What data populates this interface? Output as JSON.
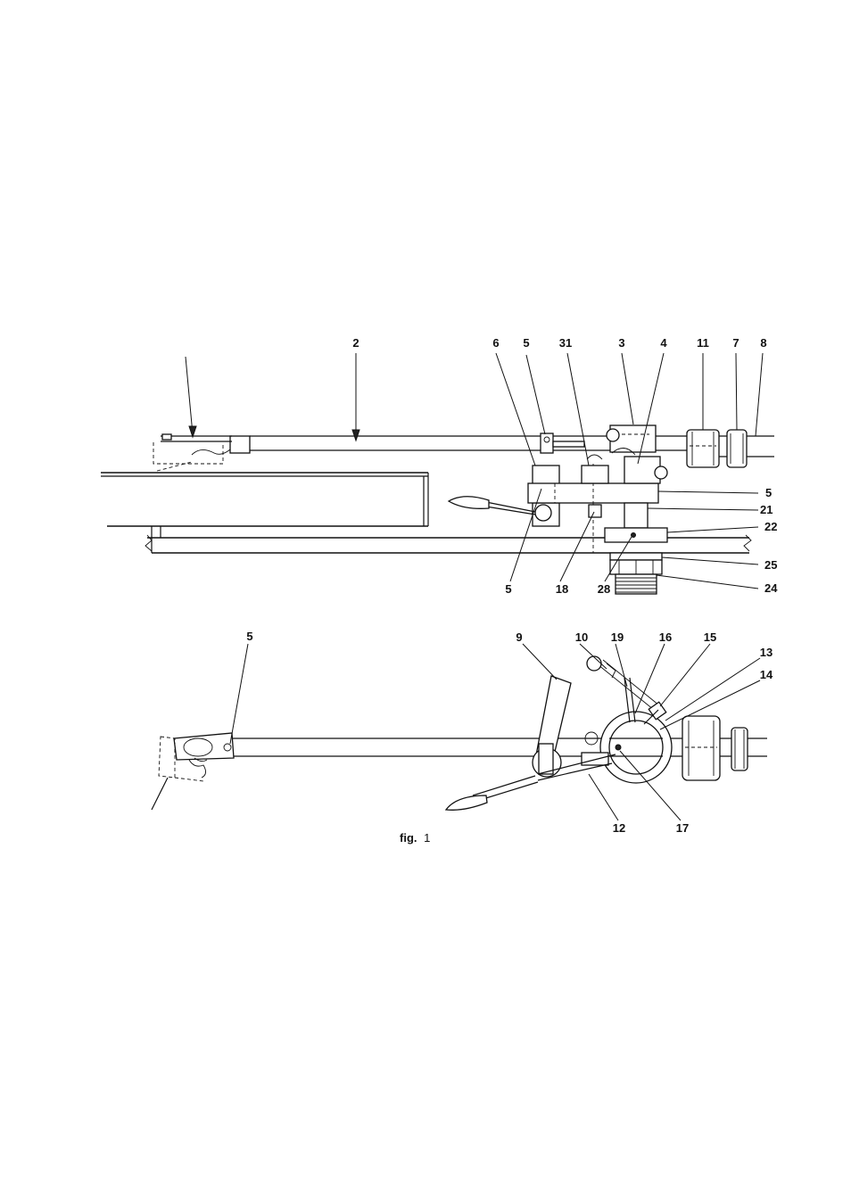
{
  "figure": {
    "caption_prefix": "fig.",
    "caption_number": "1"
  },
  "side_view_labels": {
    "top_left": "",
    "arm": "2",
    "l6": "6",
    "l5_top": "5",
    "l31": "31",
    "l3": "3",
    "l4": "4",
    "l11": "11",
    "l7": "7",
    "l8": "8",
    "l5_right": "5",
    "l21": "21",
    "l22": "22",
    "l25": "25",
    "l24": "24",
    "l5_bottom": "5",
    "l18": "18",
    "l28": "28"
  },
  "top_view_labels": {
    "l5": "5",
    "l9": "9",
    "l10": "10",
    "l19": "19",
    "l16": "16",
    "l15": "15",
    "l13": "13",
    "l14": "14",
    "l12": "12",
    "l17": "17"
  }
}
